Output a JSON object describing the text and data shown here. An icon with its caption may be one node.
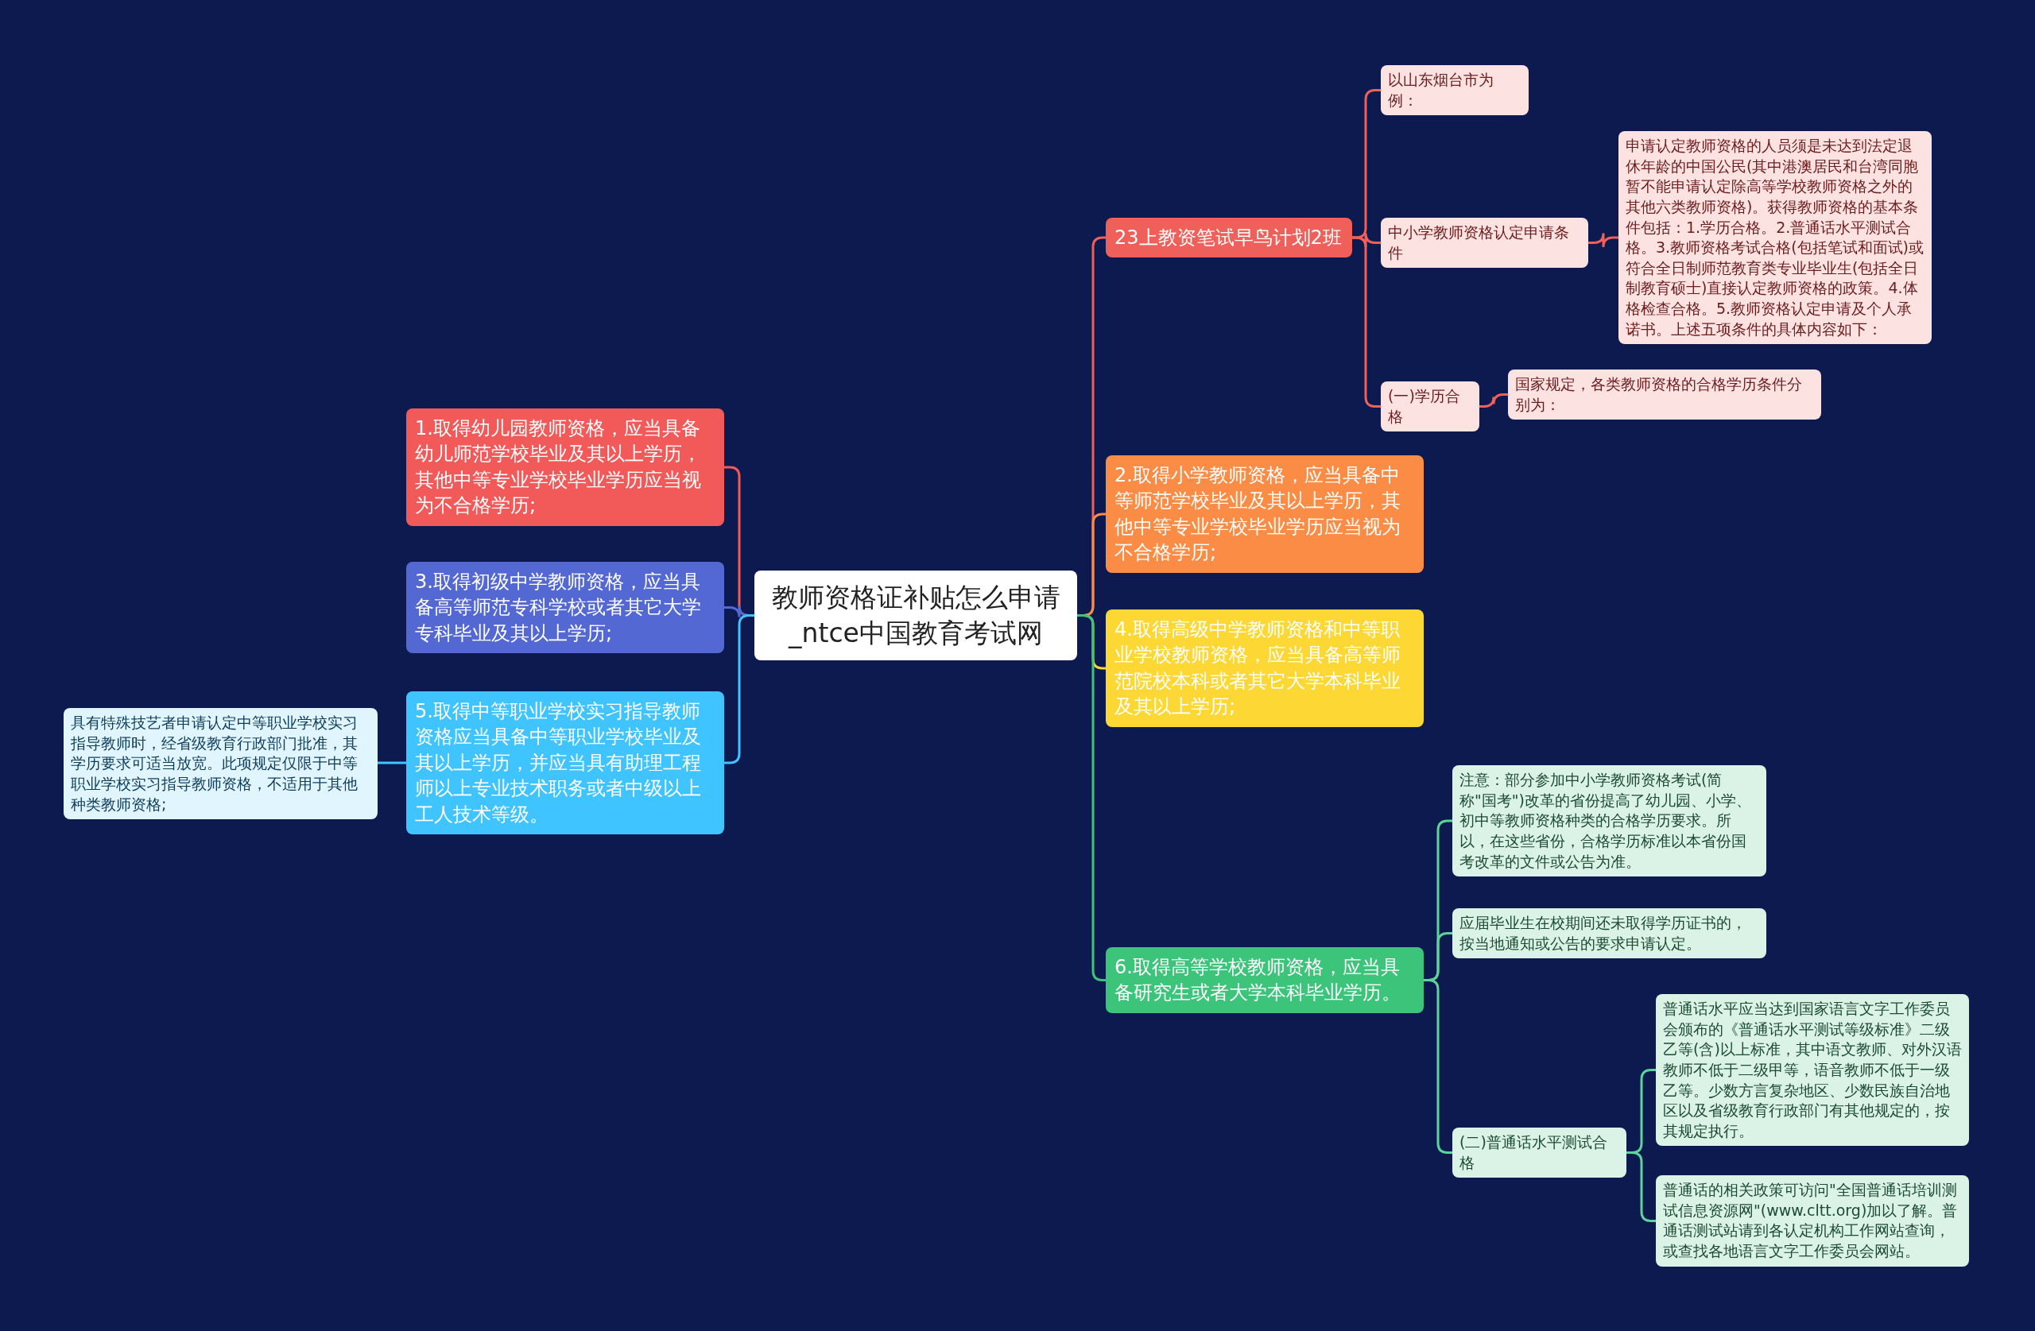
{
  "diagram": {
    "nodes": [
      {
        "text": [
          "教师资格证补贴怎么申请_ntce中国教育考试网"
        ]
      },
      {
        "text": [
          "23上教资笔试早鸟计划2班"
        ]
      },
      {
        "text": [
          "以山东烟台市为例："
        ]
      },
      {
        "text": [
          "中小学教师资格认定申请条件"
        ]
      },
      {
        "text": [
          "申请认定教师资格的人员须是未达到法定退休年龄的中国公民(其中港澳居民和台湾同胞暂不能申请认定除高等学校教师资格之外的其他六类教师资格)。获得教师资格的基本条件包括：1.学历合格。2.普通话水平测试合格。3.教师资格考试合格(包括笔试和面试)或符合全日制师范教育类专业毕业生(包括全日制教育硕士)直接认定教师资格的政策。4.体格检查合格。5.教师资格认定申请及个人承诺书。上述五项条件的具体内容如下："
        ]
      },
      {
        "text": [
          "(一)学历合格"
        ]
      },
      {
        "text": [
          "国家规定，各类教师资格的合格学历条件分别为："
        ]
      },
      {
        "text": [
          "2.取得小学教师资格，应当具备中等师范学校毕业及其以上学历，其他中等专业学校毕业学历应当视为不合格学历;"
        ]
      },
      {
        "text": [
          "4.取得高级中学教师资格和中等职业学校教师资格，应当具备高等师范院校本科或者其它大学本科毕业及其以上学历;"
        ]
      },
      {
        "text": [
          "6.取得高等学校教师资格，应当具备研究生或者大学本科毕业学历。"
        ]
      },
      {
        "text": [
          "注意：部分参加中小学教师资格考试(简称\"国考\")改革的省份提高了幼儿园、小学、初中等教师资格种类的合格学历要求。所以，在这些省份，合格学历标准以本省份国考改革的文件或公告为准。"
        ]
      },
      {
        "text": [
          "应届毕业生在校期间还未取得学历证书的，按当地通知或公告的要求申请认定。"
        ]
      },
      {
        "text": [
          "(二)普通话水平测试合格"
        ]
      },
      {
        "text": [
          "普通话水平应当达到国家语言文字工作委员会颁布的《普通话水平测试等级标准》二级乙等(含)以上标准，其中语文教师、对外汉语教师不低于二级甲等，语音教师不低于一级乙等。少数方言复杂地区、少数民族自治地区以及省级教育行政部门有其他规定的，按其规定执行。"
        ]
      },
      {
        "text": [
          "普通话的相关政策可访问\"全国普通话培训测试信息资源网\"(www.cltt.org)加以了解。普通话测试站请到各认定机构工作网站查询，或查找各地语言文字工作委员会网站。"
        ]
      },
      {
        "text": [
          "1.取得幼儿园教师资格，应当具备幼儿师范学校毕业及其以上学历，其他中等专业学校毕业学历应当视为不合格学历;"
        ]
      },
      {
        "text": [
          "3.取得初级中学教师资格，应当具备高等师范专科学校或者其它大学专科毕业及其以上学历;"
        ]
      },
      {
        "text": [
          "5.取得中等职业学校实习指导教师资格应当具备中等职业学校毕业及其以上学历，并应当具有助理工程师以上专业技术职务或者中级以上工人技术等级。"
        ]
      },
      {
        "text": [
          "具有特殊技艺者申请认定中等职业学校实习指导教师时，经省级教育行政部门批准，其学历要求可适当放宽。此项规定仅限于中等职业学校实习指导教师资格，不适用于其他种类教师资格;"
        ]
      }
    ],
    "edges": [
      {
        "from": 0,
        "to": 1,
        "arrow": "none",
        "color": "#f0605a"
      },
      {
        "from": 1,
        "to": 2,
        "arrow": "none",
        "color": "#f0605a"
      },
      {
        "from": 1,
        "to": 3,
        "arrow": "none",
        "color": "#f0605a"
      },
      {
        "from": 3,
        "to": 4,
        "arrow": "none",
        "color": "#f0605a"
      },
      {
        "from": 1,
        "to": 5,
        "arrow": "none",
        "color": "#f0605a"
      },
      {
        "from": 5,
        "to": 6,
        "arrow": "none",
        "color": "#f0605a"
      },
      {
        "from": 0,
        "to": 7,
        "arrow": "none",
        "color": "#fb8c45"
      },
      {
        "from": 0,
        "to": 8,
        "arrow": "none",
        "color": "#fdd835"
      },
      {
        "from": 0,
        "to": 9,
        "arrow": "none",
        "color": "#3cc47a"
      },
      {
        "from": 9,
        "to": 10,
        "arrow": "none",
        "color": "#5ed39a"
      },
      {
        "from": 9,
        "to": 11,
        "arrow": "none",
        "color": "#5ed39a"
      },
      {
        "from": 9,
        "to": 12,
        "arrow": "none",
        "color": "#5ed39a"
      },
      {
        "from": 12,
        "to": 13,
        "arrow": "none",
        "color": "#5ed39a"
      },
      {
        "from": 12,
        "to": 14,
        "arrow": "none",
        "color": "#5ed39a"
      },
      {
        "from": 0,
        "to": 15,
        "arrow": "none",
        "color": "#f25a5a"
      },
      {
        "from": 0,
        "to": 16,
        "arrow": "none",
        "color": "#5468d4"
      },
      {
        "from": 0,
        "to": 17,
        "arrow": "none",
        "color": "#40c4ff"
      },
      {
        "from": 17,
        "to": 18,
        "arrow": "none",
        "color": "#40c4ff"
      }
    ]
  }
}
